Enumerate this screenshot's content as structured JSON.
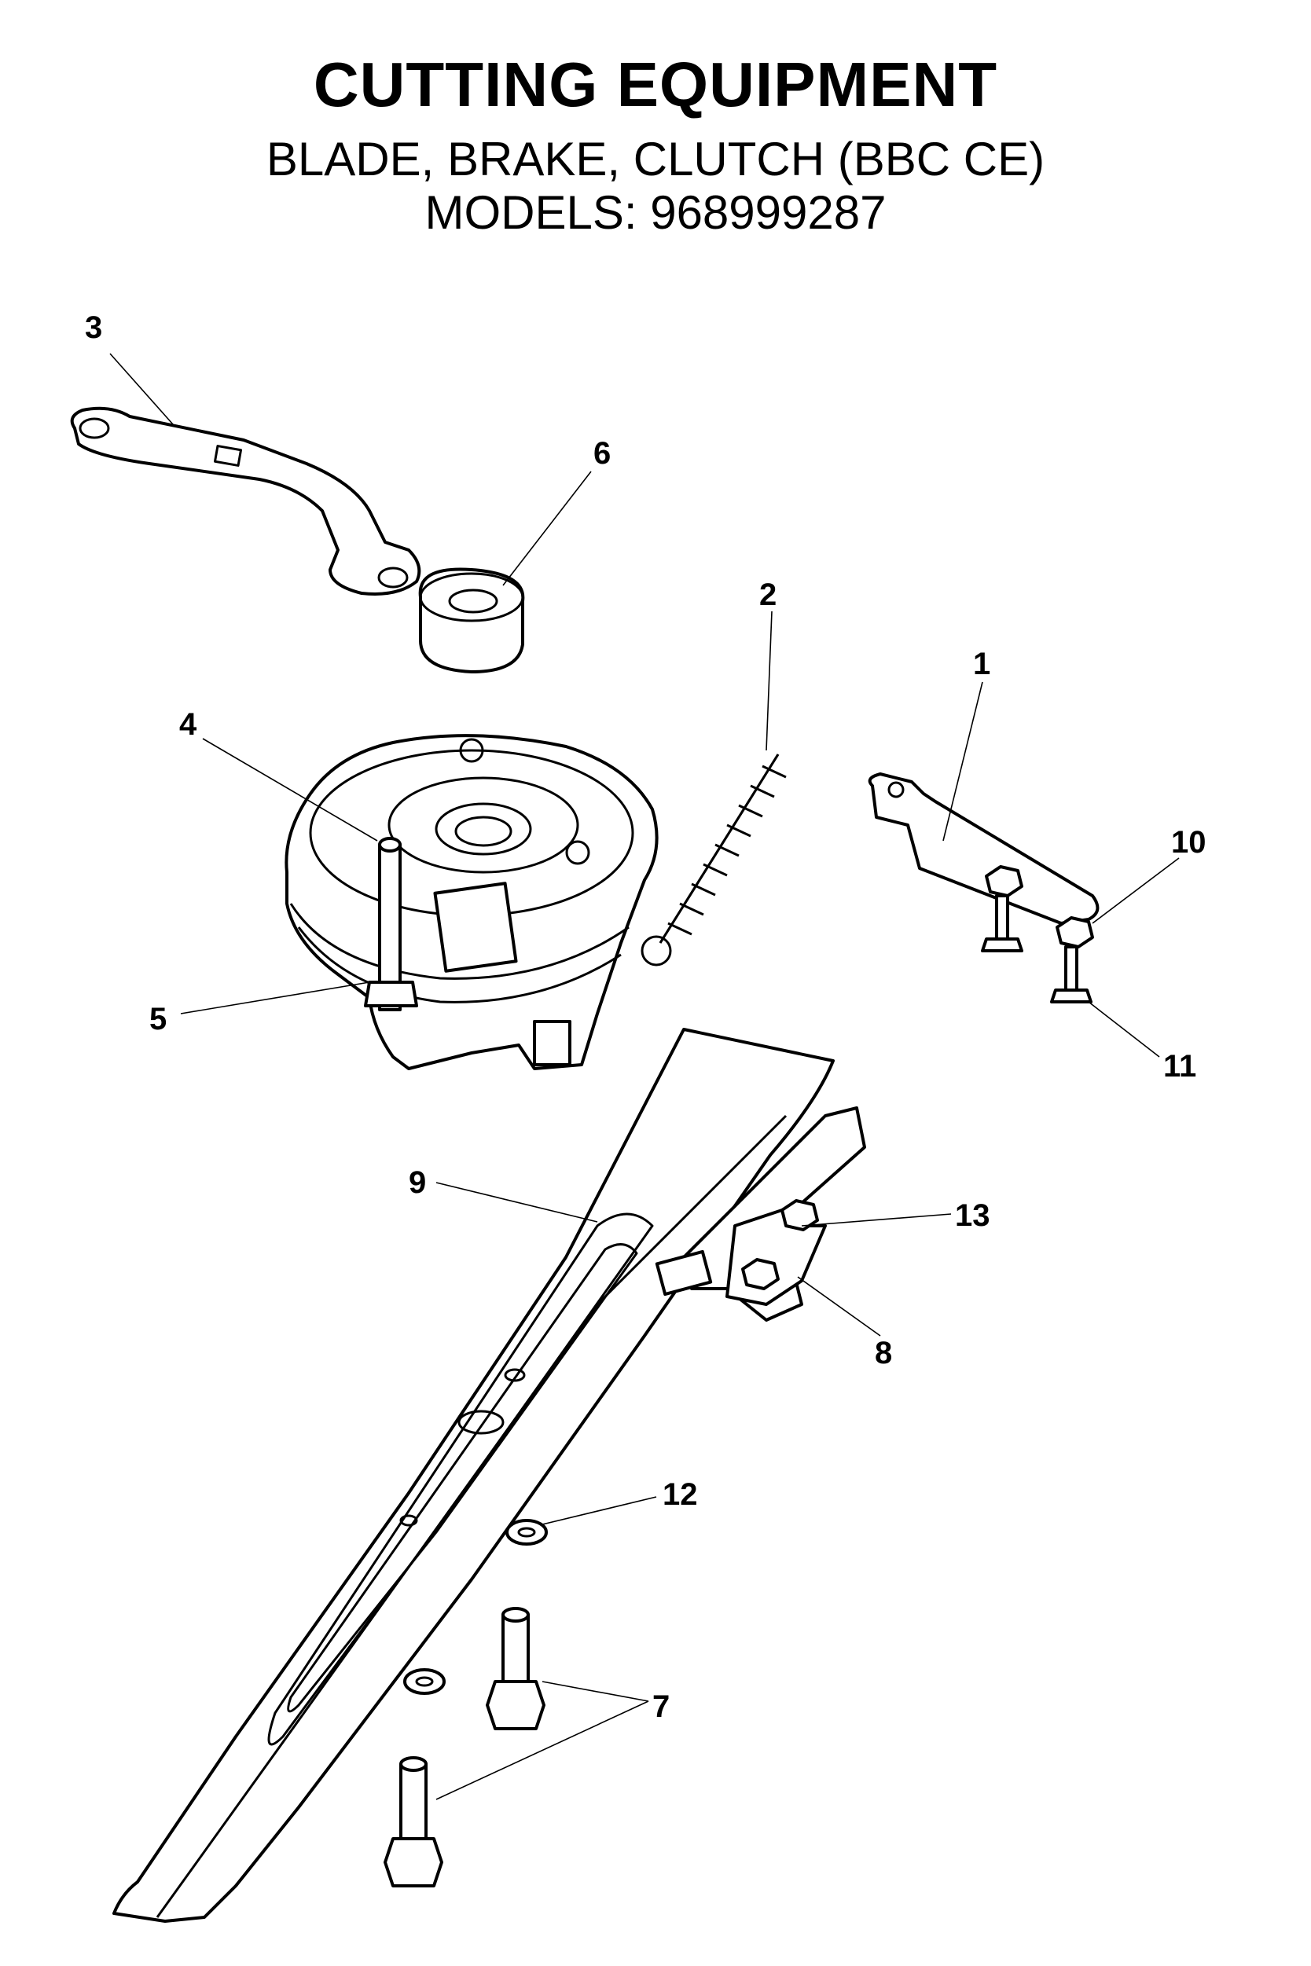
{
  "title": "CUTTING EQUIPMENT",
  "subtitle": "BLADE, BRAKE, CLUTCH (BBC CE)",
  "models": "MODELS: 968999287",
  "callouts": {
    "c1": "1",
    "c2": "2",
    "c3": "3",
    "c4": "4",
    "c5": "5",
    "c6": "6",
    "c7": "7",
    "c8": "8",
    "c9": "9",
    "c10": "10",
    "c11": "11",
    "c12": "12",
    "c13": "13"
  }
}
